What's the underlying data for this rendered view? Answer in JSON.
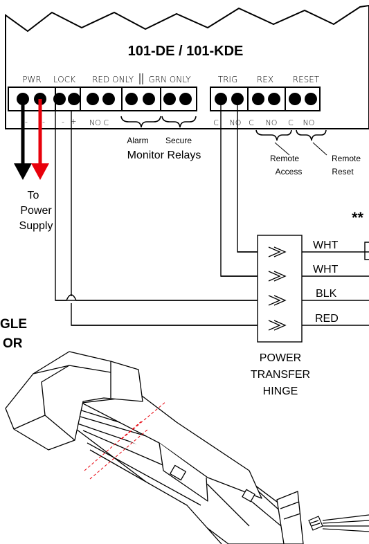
{
  "controller": {
    "title": "101-DE / 101-KDE",
    "groups": [
      "PWR",
      "LOCK",
      "RED ONLY",
      "GRN ONLY",
      "TRIG",
      "REX",
      "RESET"
    ],
    "bottom": {
      "pwr_minus": "-",
      "pwr_minus2": "-",
      "lock_minus": "-",
      "lock_plus": "+",
      "red_noc": "NO C",
      "trig_c": "C",
      "trig_no": "NO",
      "rex_c": "C",
      "rex_no": "NO",
      "reset_c": "C",
      "reset_no": "NO"
    },
    "sub_alarm": "Alarm",
    "sub_secure": "Secure",
    "monitor_relays": "Monitor Relays",
    "remote_access": [
      "Remote",
      "Access"
    ],
    "remote_reset": [
      "Remote",
      "Reset"
    ]
  },
  "power_supply": [
    "To",
    "Power",
    "Supply"
  ],
  "asterisks": "**",
  "hinge": {
    "wires": [
      "WHT",
      "WHT",
      "BLK",
      "RED"
    ],
    "label": [
      "POWER",
      "TRANSFER",
      "HINGE"
    ]
  },
  "left_cut_text": [
    "GLE",
    "OR"
  ],
  "colors": {
    "red_wire": "#e8000b",
    "black_wire": "#000000",
    "cut_line": "#e8000b"
  }
}
